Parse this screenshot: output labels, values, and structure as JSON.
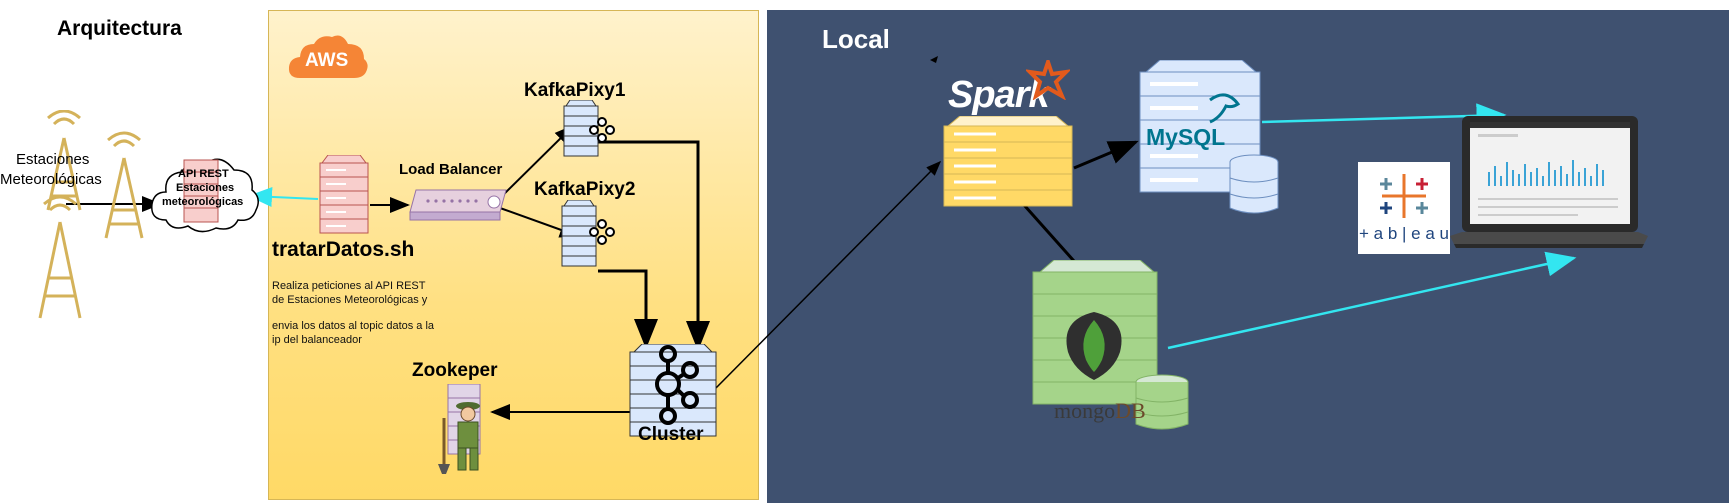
{
  "title": "Arquitectura",
  "aws": {
    "badge": "AWS"
  },
  "local": {
    "title": "Local"
  },
  "stations": {
    "label_line1": "Estaciones",
    "label_line2": "Meteorológicas"
  },
  "api": {
    "line1": "API REST",
    "line2": "Estaciones",
    "line3": "meteorológicas"
  },
  "script": {
    "name": "tratarDatos.sh",
    "desc_line1": "Realiza peticiones al API REST",
    "desc_line2": "de Estaciones Meteorológicas y",
    "desc_line3": "envia los datos al topic datos a la",
    "desc_line4": "ip del balanceador"
  },
  "load_balancer": {
    "label": "Load Balancer"
  },
  "kafka_pixy_1": {
    "label": "KafkaPixy1"
  },
  "kafka_pixy_2": {
    "label": "KafkaPixy2"
  },
  "zookeeper": {
    "label": "Zookeper"
  },
  "cluster": {
    "label": "Cluster"
  },
  "spark": {
    "label": "Spark"
  },
  "mysql": {
    "label": "MySQL"
  },
  "mongodb": {
    "label_mongo": "mongo",
    "label_db": "DB"
  },
  "tableau": {
    "label": "+ a b | e a u"
  },
  "colors": {
    "aws_orange": "#f58536",
    "local_bg": "#3f5170",
    "cyan_arrow": "#33e6f0",
    "spark_orange": "#e25a1c",
    "mongo_green": "#4f8a3a",
    "mysql_blue": "#00758f"
  }
}
